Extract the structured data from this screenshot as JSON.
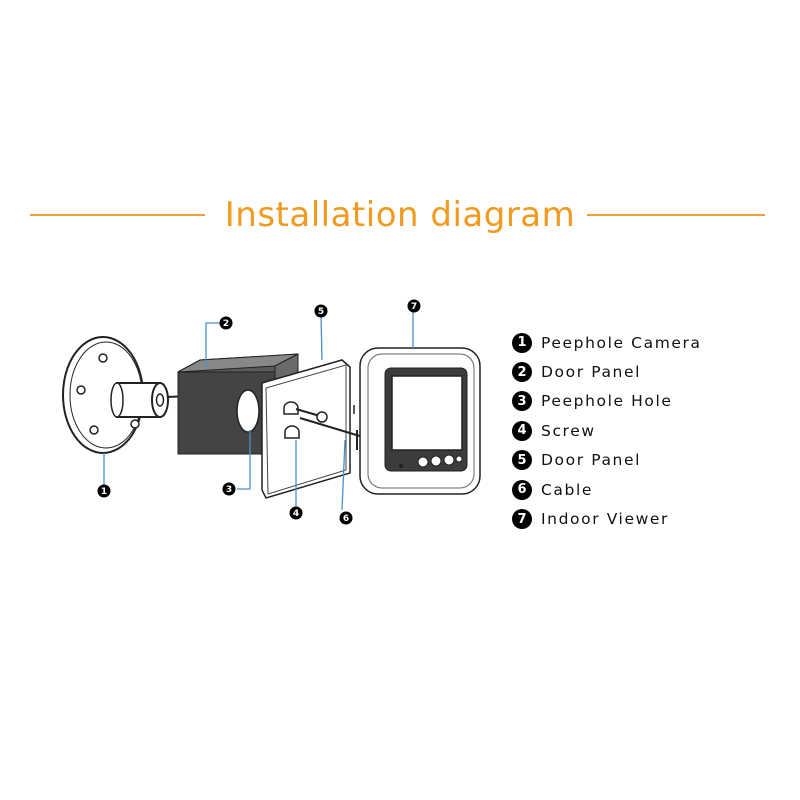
{
  "title": "Installation diagram",
  "accent_color": "#f09a20",
  "legend": [
    {
      "num": "1",
      "label": "Peephole Camera"
    },
    {
      "num": "2",
      "label": "Door Panel"
    },
    {
      "num": "3",
      "label": "Peephole Hole"
    },
    {
      "num": "4",
      "label": "Screw"
    },
    {
      "num": "5",
      "label": "Door Panel"
    },
    {
      "num": "6",
      "label": "Cable"
    },
    {
      "num": "7",
      "label": "Indoor Viewer"
    }
  ],
  "callouts": [
    "1",
    "2",
    "3",
    "4",
    "5",
    "6",
    "7"
  ]
}
